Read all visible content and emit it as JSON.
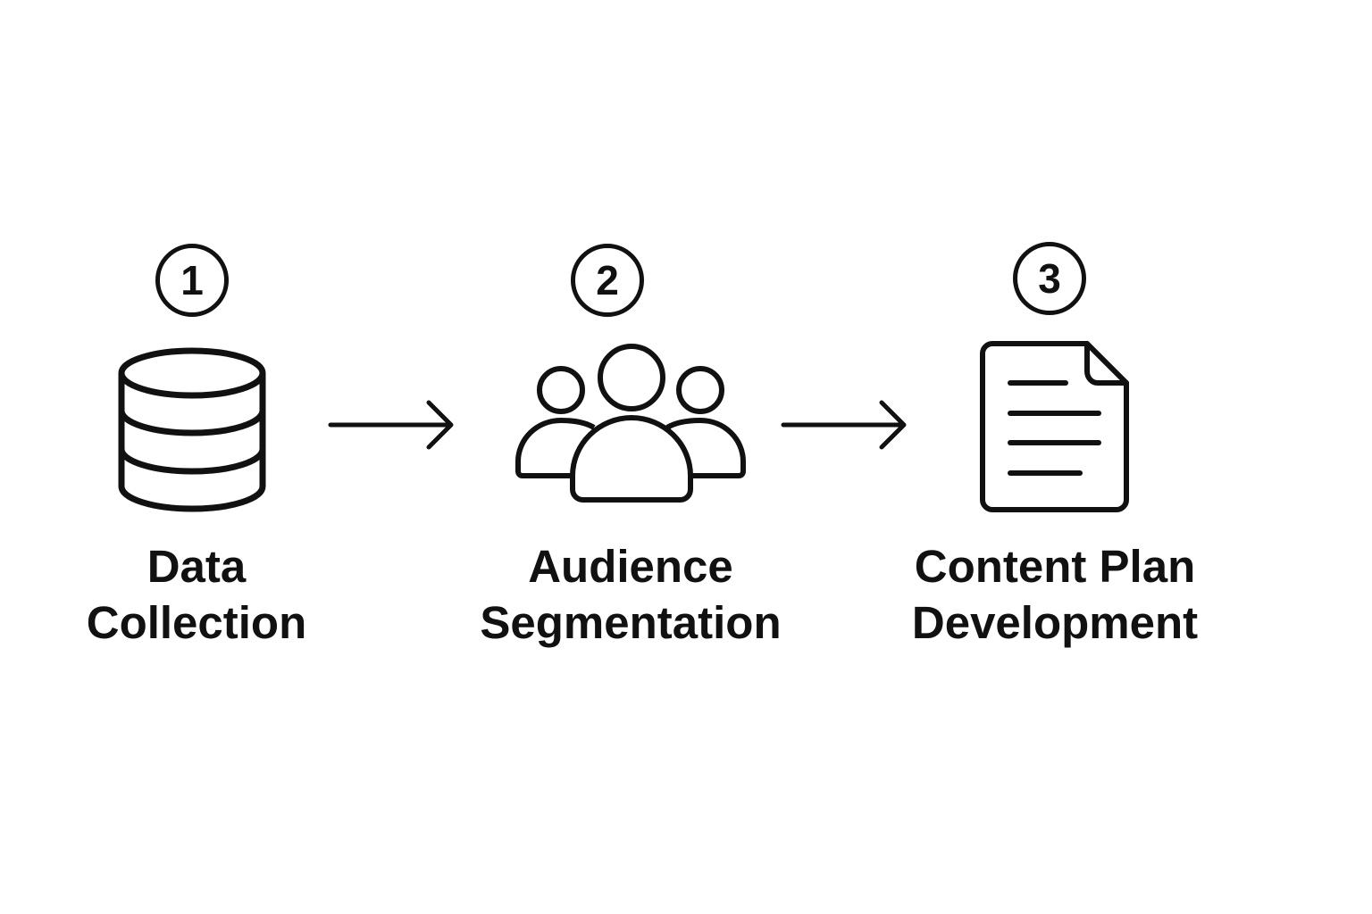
{
  "colors": {
    "stroke": "#111111",
    "background": "#ffffff"
  },
  "steps": [
    {
      "number": "1",
      "icon": "database-icon",
      "label_line1": "Data",
      "label_line2": "Collection"
    },
    {
      "number": "2",
      "icon": "users-group-icon",
      "label_line1": "Audience",
      "label_line2": "Segmentation"
    },
    {
      "number": "3",
      "icon": "document-icon",
      "label_line1": "Content Plan",
      "label_line2": "Development"
    }
  ],
  "connectors": [
    {
      "from": "1",
      "to": "2",
      "icon": "arrow-right-icon"
    },
    {
      "from": "2",
      "to": "3",
      "icon": "arrow-right-icon"
    }
  ]
}
